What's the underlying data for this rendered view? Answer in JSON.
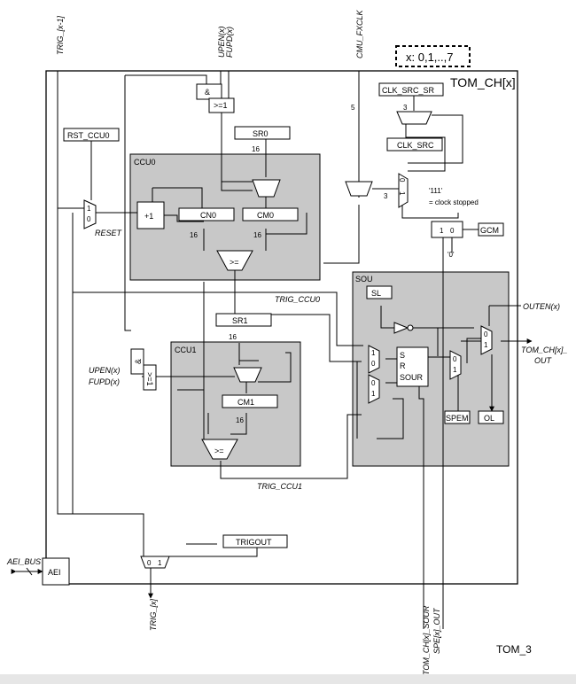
{
  "title": "TOM_CH[x]",
  "index_note": "x: 0,1,..,7",
  "figure_id": "TOM_3",
  "signals": {
    "trig_prev": "TRIG_[x-1]",
    "upen_top": "UPEN(x)",
    "fupd_top": "FUPD(x)",
    "cmu_fxclk": "CMU_FXCLK",
    "reset": "RESET",
    "trig_ccu0": "TRIG_CCU0",
    "trig_ccu1": "TRIG_CCU1",
    "upen_left": "UPEN(x)",
    "fupd_left": "FUPD(x)",
    "outen": "OUTEN(x)",
    "out": "TOM_CH[x]_OUT",
    "out_line1": "TOM_CH[x]_",
    "out_line2": "OUT",
    "aei_bus": "AEI_BUS",
    "trig_x": "TRIG_[x]",
    "tom_sour": "TOM_CH[x]_SOUR",
    "spe_out": "SPE[x]_OUT",
    "clock_stopped_code": "'111'",
    "clock_stopped_text": "= clock stopped",
    "zero_const": "'0'"
  },
  "registers": {
    "rst_ccu0": "RST_CCU0",
    "sr0": "SR0",
    "cn0": "CN0",
    "cm0": "CM0",
    "sr1": "SR1",
    "cm1": "CM1",
    "clk_src_sr": "CLK_SRC_SR",
    "clk_src": "CLK_SRC",
    "gcm": "GCM",
    "sl": "SL",
    "spem": "SPEM",
    "ol": "OL",
    "trigout": "TRIGOUT",
    "aei": "AEI"
  },
  "blocks": {
    "ccu0": "CCU0",
    "ccu1": "CCU1",
    "sou": "SOU"
  },
  "logic": {
    "and_gate": "&",
    "or_gate": ">=1",
    "plus_one": "+1",
    "compare": ">=",
    "latch_s": "S",
    "latch_r": "R",
    "latch_sour": "SOUR",
    "bus_width_16": "16",
    "bus_width_5": "5",
    "bus_width_3": "3",
    "mux_0": "0",
    "mux_1": "1"
  }
}
